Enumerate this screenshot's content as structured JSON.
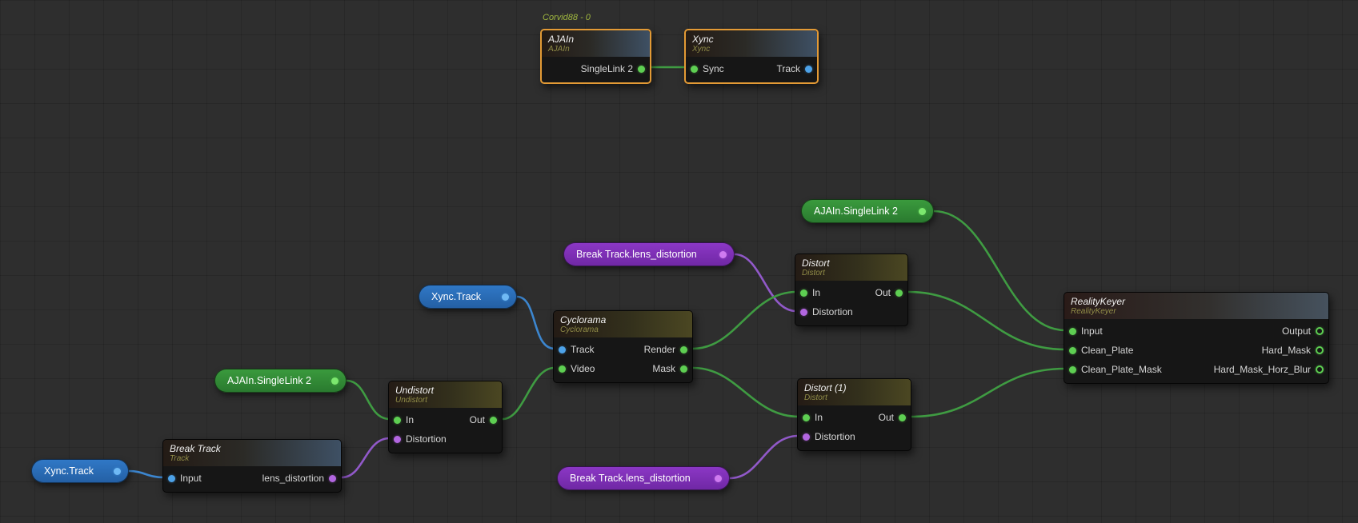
{
  "canvas": {
    "group_label": "Corvid88 - 0"
  },
  "colors": {
    "background": "#2e2e2e",
    "selection_border": "#e39a35",
    "pin_green": "#5ecf52",
    "pin_blue": "#4da2e8",
    "pin_purple": "#b266e0",
    "wire_green": "#3f9b42",
    "wire_blue": "#3c86cf",
    "wire_purple": "#9159c9",
    "pill_green": "#2e8b33",
    "pill_blue": "#2a6bb5",
    "pill_purple": "#7c2fb4",
    "group_label_color": "#9fb63f"
  },
  "nodes": {
    "ajain": {
      "title": "AJAIn",
      "subtitle": "AJAIn",
      "pins": {
        "singlelink2": "SingleLink 2"
      }
    },
    "xync": {
      "title": "Xync",
      "subtitle": "Xync",
      "pins": {
        "sync": "Sync",
        "track": "Track"
      }
    },
    "cyclorama": {
      "title": "Cyclorama",
      "subtitle": "Cyclorama",
      "pins": {
        "track": "Track",
        "video": "Video",
        "render": "Render",
        "mask": "Mask"
      }
    },
    "distort": {
      "title": "Distort",
      "subtitle": "Distort",
      "pins": {
        "in": "In",
        "distortion": "Distortion",
        "out": "Out"
      }
    },
    "distort1": {
      "title": "Distort (1)",
      "subtitle": "Distort",
      "pins": {
        "in": "In",
        "distortion": "Distortion",
        "out": "Out"
      }
    },
    "undistort": {
      "title": "Undistort",
      "subtitle": "Undistort",
      "pins": {
        "in": "In",
        "distortion": "Distortion",
        "out": "Out"
      }
    },
    "break_track": {
      "title": "Break Track",
      "subtitle": "Track",
      "pins": {
        "input": "Input",
        "lens_distortion": "lens_distortion"
      }
    },
    "realitykeyer": {
      "title": "RealityKeyer",
      "subtitle": "RealityKeyer",
      "pins": {
        "input": "Input",
        "clean_plate": "Clean_Plate",
        "clean_plate_mask": "Clean_Plate_Mask",
        "output": "Output",
        "hard_mask": "Hard_Mask",
        "hard_mask_horz_blur": "Hard_Mask_Horz_Blur"
      }
    }
  },
  "pills": {
    "ajain_singlelink_top": {
      "label": "AJAIn.SingleLink 2"
    },
    "break_lens_top": {
      "label": "Break Track.lens_distortion"
    },
    "xync_track_top": {
      "label": "Xync.Track"
    },
    "ajain_singlelink_left": {
      "label": "AJAIn.SingleLink 2"
    },
    "xync_track_bottom": {
      "label": "Xync.Track"
    },
    "break_lens_bottom": {
      "label": "Break Track.lens_distortion"
    }
  },
  "connections": [
    {
      "from": "AJAIn.SingleLink 2",
      "to": "Xync.Sync",
      "color": "green"
    },
    {
      "from": "Xync.Track (ref)",
      "to": "Cyclorama.Track",
      "color": "blue"
    },
    {
      "from": "AJAIn.SingleLink 2 (ref)",
      "to": "Undistort.In",
      "color": "green"
    },
    {
      "from": "Undistort.Out",
      "to": "Cyclorama.Video",
      "color": "green"
    },
    {
      "from": "Break Track.lens_distortion (ref)",
      "to": "Distort.Distortion",
      "color": "purple"
    },
    {
      "from": "Cyclorama.Render",
      "to": "Distort.In",
      "color": "green"
    },
    {
      "from": "Cyclorama.Mask",
      "to": "Distort (1).In",
      "color": "green"
    },
    {
      "from": "AJAIn.SingleLink 2 (ref)",
      "to": "RealityKeyer.Input",
      "color": "green"
    },
    {
      "from": "Distort.Out",
      "to": "RealityKeyer.Clean_Plate",
      "color": "green"
    },
    {
      "from": "Distort (1).Out",
      "to": "RealityKeyer.Clean_Plate_Mask",
      "color": "green"
    },
    {
      "from": "Break Track.lens_distortion (ref)",
      "to": "Distort (1).Distortion",
      "color": "purple"
    },
    {
      "from": "Xync.Track (ref)",
      "to": "Break Track.Input",
      "color": "blue"
    },
    {
      "from": "Break Track.lens_distortion",
      "to": "Undistort.Distortion",
      "color": "purple"
    }
  ]
}
